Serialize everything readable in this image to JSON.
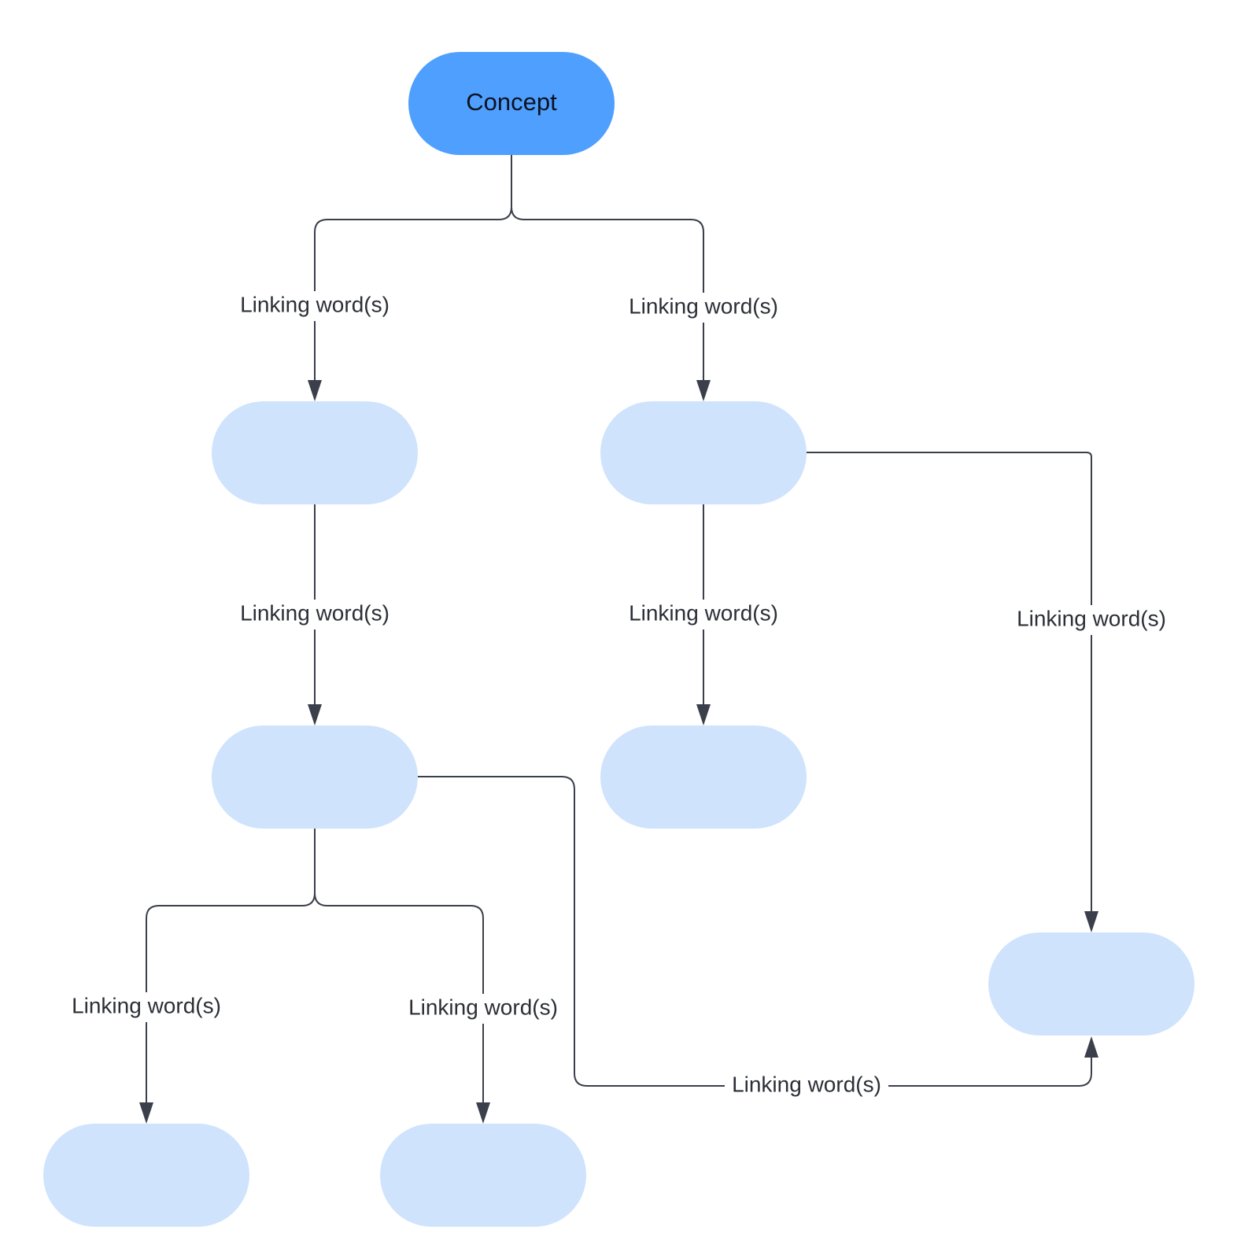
{
  "diagram": {
    "nodes": [
      {
        "id": "concept",
        "label": "Concept",
        "role": "main"
      },
      {
        "id": "n1",
        "label": "",
        "role": "sub"
      },
      {
        "id": "n2",
        "label": "",
        "role": "sub"
      },
      {
        "id": "n3",
        "label": "",
        "role": "sub"
      },
      {
        "id": "n4",
        "label": "",
        "role": "sub"
      },
      {
        "id": "n5",
        "label": "",
        "role": "sub"
      },
      {
        "id": "n6",
        "label": "",
        "role": "sub"
      },
      {
        "id": "n7",
        "label": "",
        "role": "sub"
      }
    ],
    "links": [
      {
        "from": "concept",
        "to": "n1",
        "label": "Linking word(s)"
      },
      {
        "from": "concept",
        "to": "n2",
        "label": "Linking word(s)"
      },
      {
        "from": "n1",
        "to": "n3",
        "label": "Linking word(s)"
      },
      {
        "from": "n2",
        "to": "n4",
        "label": "Linking word(s)"
      },
      {
        "from": "n2",
        "to": "n5",
        "label": "Linking word(s)"
      },
      {
        "from": "n3",
        "to": "n6",
        "label": "Linking word(s)"
      },
      {
        "from": "n3",
        "to": "n7",
        "label": "Linking word(s)"
      },
      {
        "from": "n3",
        "to": "n5",
        "label": "Linking word(s)"
      }
    ]
  },
  "colors": {
    "main_node": "#4f9fff",
    "sub_node": "#cfe3fd",
    "connector": "#3a3f4b",
    "text": "#2b2f36"
  }
}
